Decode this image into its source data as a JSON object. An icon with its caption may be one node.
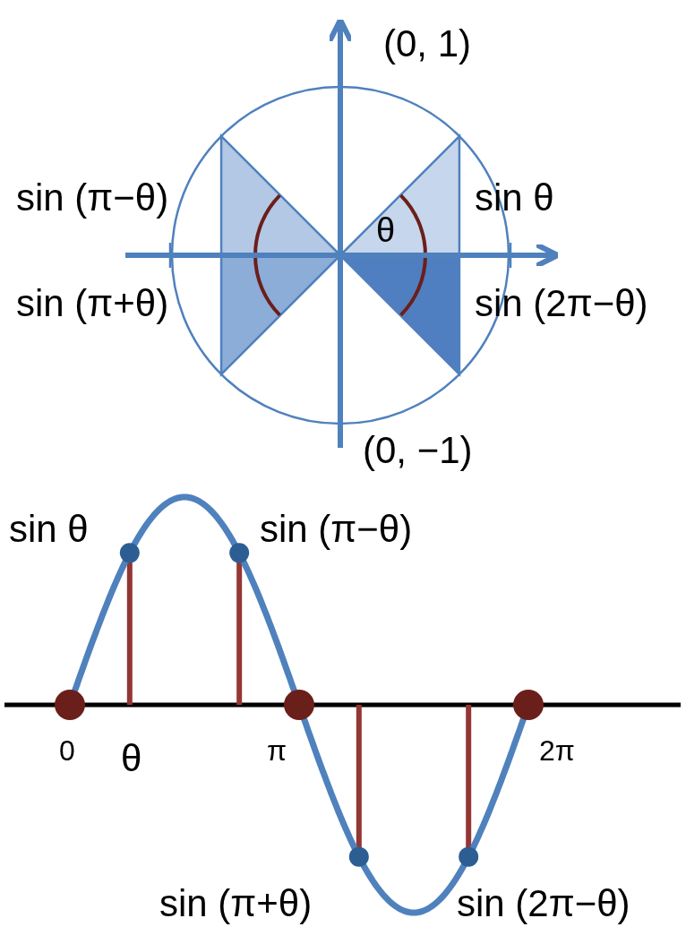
{
  "diagram": {
    "labels": [
      "(0, 1)",
      "sin (π−θ)",
      "sin θ",
      "θ",
      "sin (π+θ)",
      "sin (2π−θ)",
      "(0, −1)",
      "sin θ",
      "sin (π−θ)",
      "0",
      "θ",
      "π",
      "2π",
      "sin (π+θ)",
      "sin (2π−θ)"
    ]
  }
}
